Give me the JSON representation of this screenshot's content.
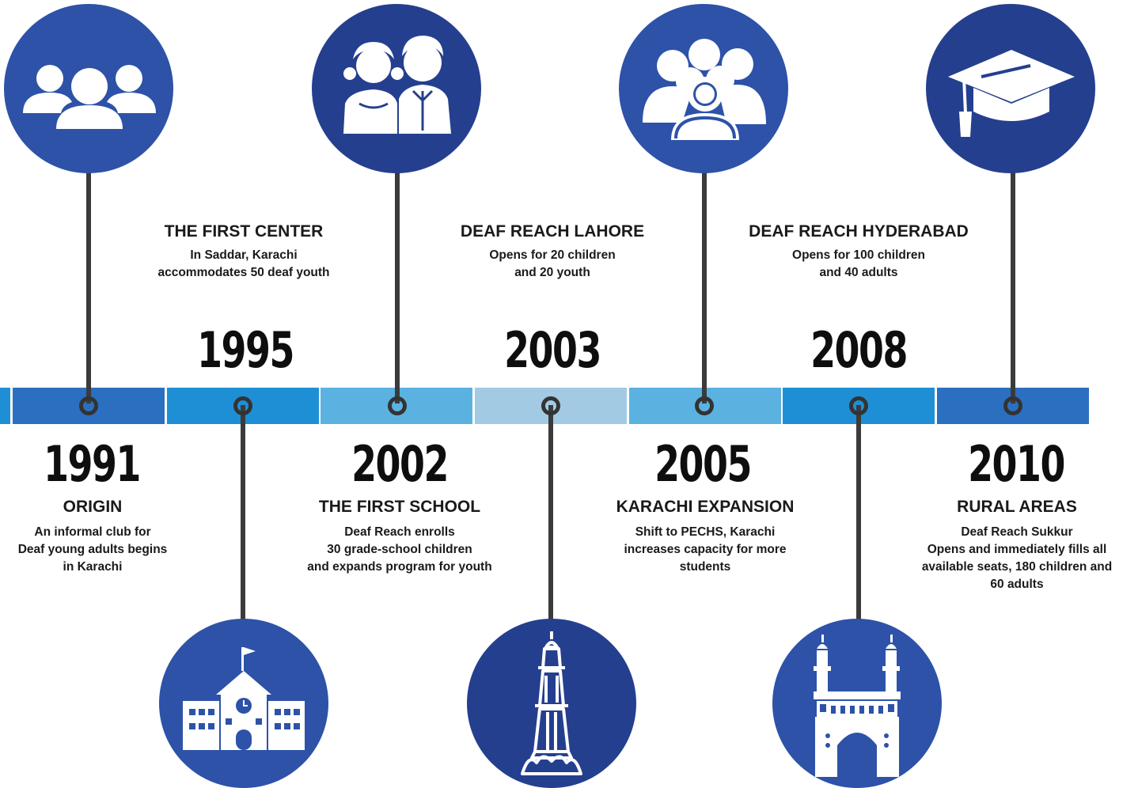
{
  "colors": {
    "circle_dark": "#253f8f",
    "circle_mid": "#2d52a8",
    "stem": "#3b3b3b",
    "bar": [
      "#2b6fc0",
      "#1e8fd4",
      "#5bb2e0",
      "#a3cae3",
      "#5bb2e0",
      "#1e8fd4",
      "#2b6fc0"
    ]
  },
  "milestones": [
    {
      "year": "1991",
      "title": "ORIGIN",
      "lines": [
        "An informal club for",
        "Deaf young adults begins",
        "in Karachi"
      ],
      "icon": "group-people-icon"
    },
    {
      "year": "1995",
      "title": "THE FIRST CENTER",
      "lines": [
        "In Saddar, Karachi",
        "accommodates 50 deaf youth"
      ],
      "icon": "school-building-icon"
    },
    {
      "year": "2002",
      "title": "THE FIRST SCHOOL",
      "lines": [
        "Deaf Reach enrolls",
        "30 grade-school children",
        "and expands program for youth"
      ],
      "icon": "students-icon"
    },
    {
      "year": "2003",
      "title": "DEAF REACH LAHORE",
      "lines": [
        "Opens for 20 children",
        "and 20 youth"
      ],
      "icon": "minar-tower-icon"
    },
    {
      "year": "2005",
      "title": "KARACHI EXPANSION",
      "lines": [
        "Shift to PECHS, Karachi",
        "increases capacity for more",
        "students"
      ],
      "icon": "crowd-icon"
    },
    {
      "year": "2008",
      "title": "DEAF REACH HYDERABAD",
      "lines": [
        "Opens for 100 children",
        "and 40 adults"
      ],
      "icon": "charminar-icon"
    },
    {
      "year": "2010",
      "title": "RURAL AREAS",
      "subtitle": "Deaf Reach Sukkur",
      "lines": [
        "Opens and immediately fills all",
        "available seats, 180 children and",
        "60 adults"
      ],
      "icon": "graduation-cap-icon"
    }
  ]
}
